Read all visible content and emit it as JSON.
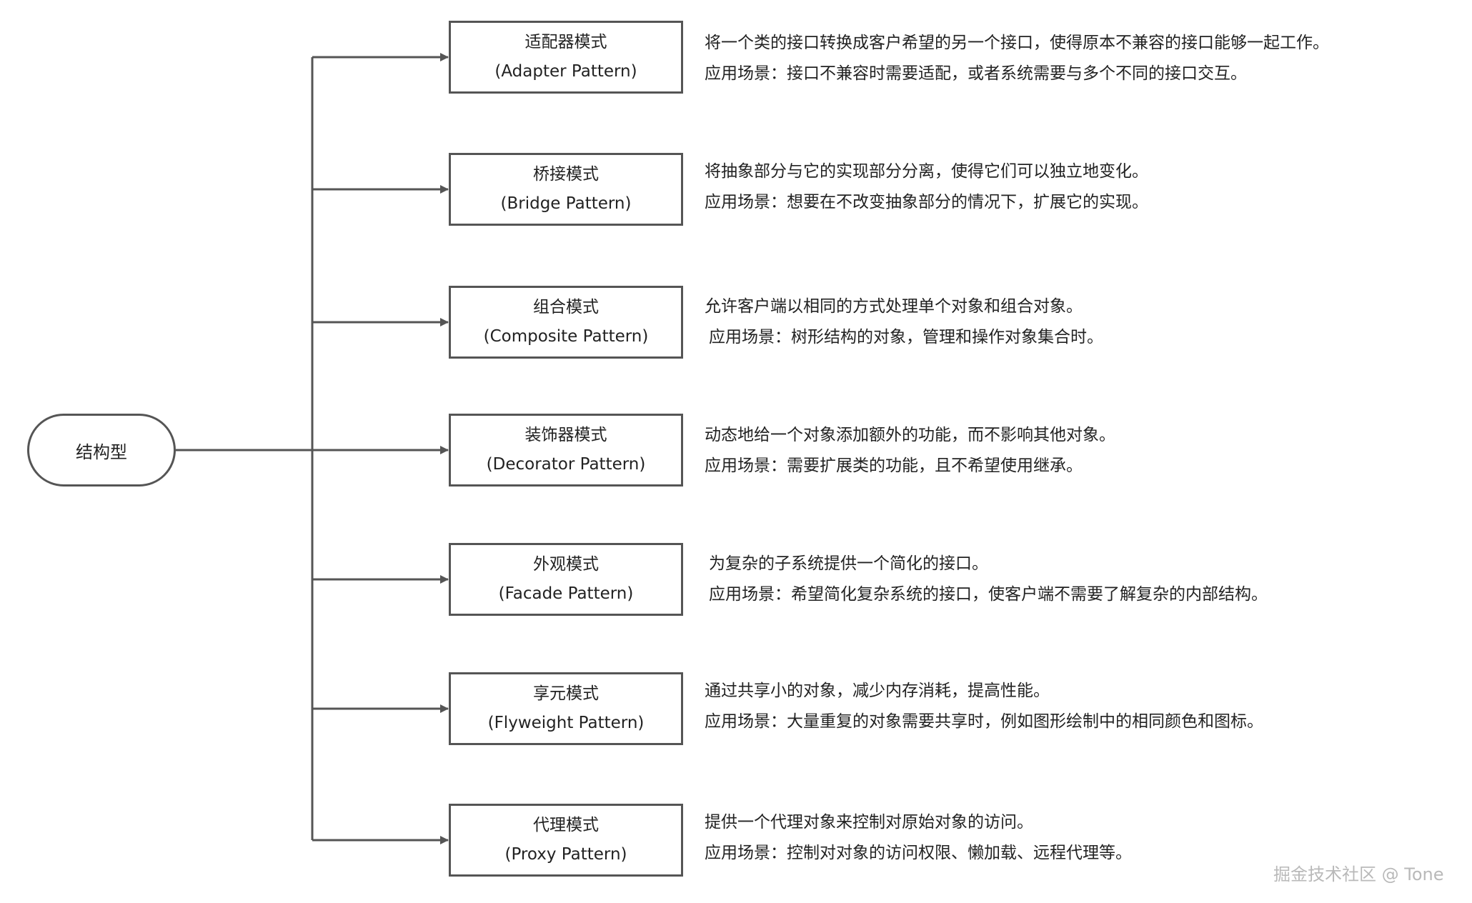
{
  "root": {
    "label": "结构型"
  },
  "patterns": [
    {
      "name_cn": "适配器模式",
      "name_en": "(Adapter Pattern)",
      "desc": "将一个类的接口转换成客户希望的另一个接口，使得原本不兼容的接口能够一起工作。",
      "use": "应用场景：接口不兼容时需要适配，或者系统需要与多个不同的接口交互。"
    },
    {
      "name_cn": "桥接模式",
      "name_en": "(Bridge Pattern)",
      "desc": "将抽象部分与它的实现部分分离，使得它们可以独立地变化。",
      "use": "应用场景：想要在不改变抽象部分的情况下，扩展它的实现。"
    },
    {
      "name_cn": "组合模式",
      "name_en": "(Composite Pattern)",
      "desc": "允许客户端以相同的方式处理单个对象和组合对象。",
      "use": "应用场景：树形结构的对象，管理和操作对象集合时。"
    },
    {
      "name_cn": "装饰器模式",
      "name_en": "(Decorator Pattern)",
      "desc": "动态地给一个对象添加额外的功能，而不影响其他对象。",
      "use": "应用场景：需要扩展类的功能，且不希望使用继承。"
    },
    {
      "name_cn": "外观模式",
      "name_en": "(Facade Pattern)",
      "desc": "为复杂的子系统提供一个简化的接口。",
      "use": "应用场景：希望简化复杂系统的接口，使客户端不需要了解复杂的内部结构。"
    },
    {
      "name_cn": "享元模式",
      "name_en": "(Flyweight Pattern)",
      "desc": "通过共享小的对象，减少内存消耗，提高性能。",
      "use": "应用场景：大量重复的对象需要共享时，例如图形绘制中的相同颜色和图标。"
    },
    {
      "name_cn": "代理模式",
      "name_en": "(Proxy Pattern)",
      "desc": "提供一个代理对象来控制对原始对象的访问。",
      "use": "应用场景：控制对对象的访问权限、懒加载、远程代理等。"
    }
  ],
  "watermark": "掘金技术社区 @ Tone",
  "colors": {
    "line": "#555555",
    "text": "#222222",
    "watermark": "#b9b9b9"
  }
}
